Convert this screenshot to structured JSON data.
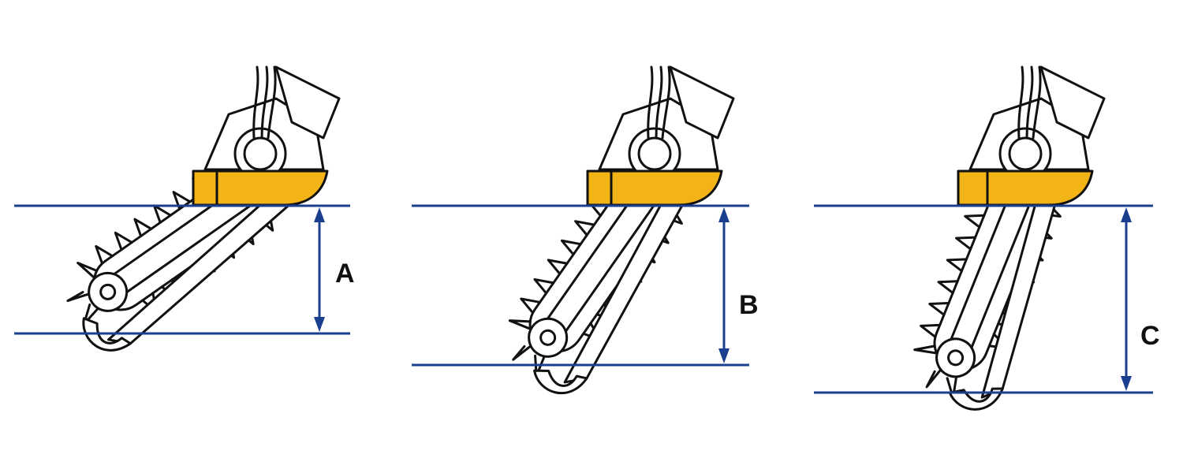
{
  "colors": {
    "dimension_line": "#1a3f8f",
    "outline": "#111111",
    "shoe": "#f2b417",
    "background": "#ffffff"
  },
  "figures": [
    {
      "label": "A",
      "angle_deg": 45
    },
    {
      "label": "B",
      "angle_deg": 55
    },
    {
      "label": "C",
      "angle_deg": 68
    }
  ]
}
